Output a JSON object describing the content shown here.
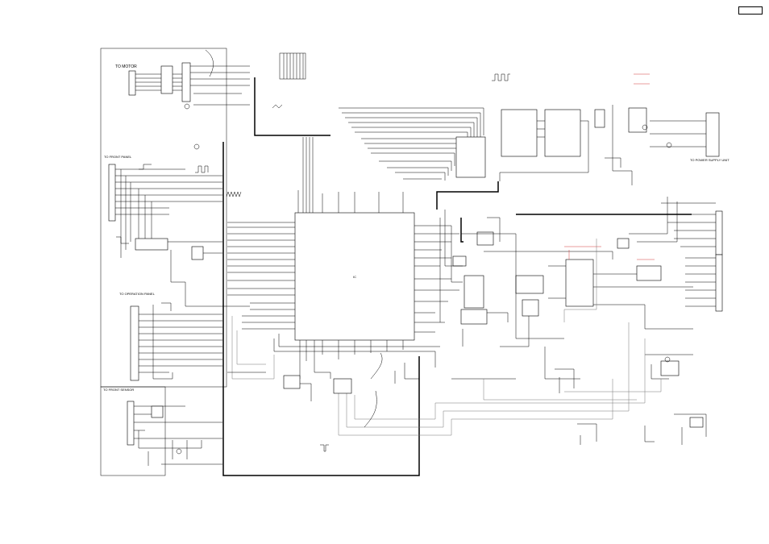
{
  "sheet": {
    "page_number": "",
    "connectors": {
      "motor": "TO MOTOR",
      "front_panel": "TO FRONT PANEL",
      "operation_panel": "TO OPERATION PANEL",
      "front_sensor": "TO FRONT SENSOR",
      "power_supply": "TO POWER SUPPLY UNIT"
    }
  },
  "colors": {
    "wire": "#000000",
    "trace_gray": "#777777",
    "trace_red": "#d23a3a"
  },
  "icons": [
    "pulse-waveform-icon",
    "ic-chip-symbol",
    "transistor-symbol",
    "connector-symbol"
  ]
}
